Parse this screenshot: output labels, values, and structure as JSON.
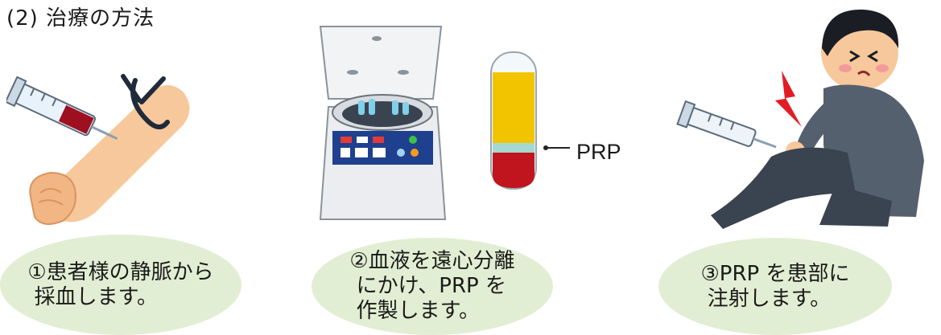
{
  "heading": "(2) 治療の方法",
  "steps": [
    {
      "caption": "①患者様の静脈から\n 採血します。",
      "icon": "blood-draw-arm-icon"
    },
    {
      "caption": "②血液を遠心分離\n にかけ、PRP を\n 作製します。",
      "icon": "centrifuge-icon"
    },
    {
      "caption": "③PRP を患部に\n 注射します。",
      "icon": "knee-injection-icon"
    }
  ],
  "tube_label": "PRP",
  "colors": {
    "ellipse": "#e2eed3",
    "plasma": "#f2c400",
    "blood": "#c0141e",
    "buffy": "#a6d8d2"
  }
}
